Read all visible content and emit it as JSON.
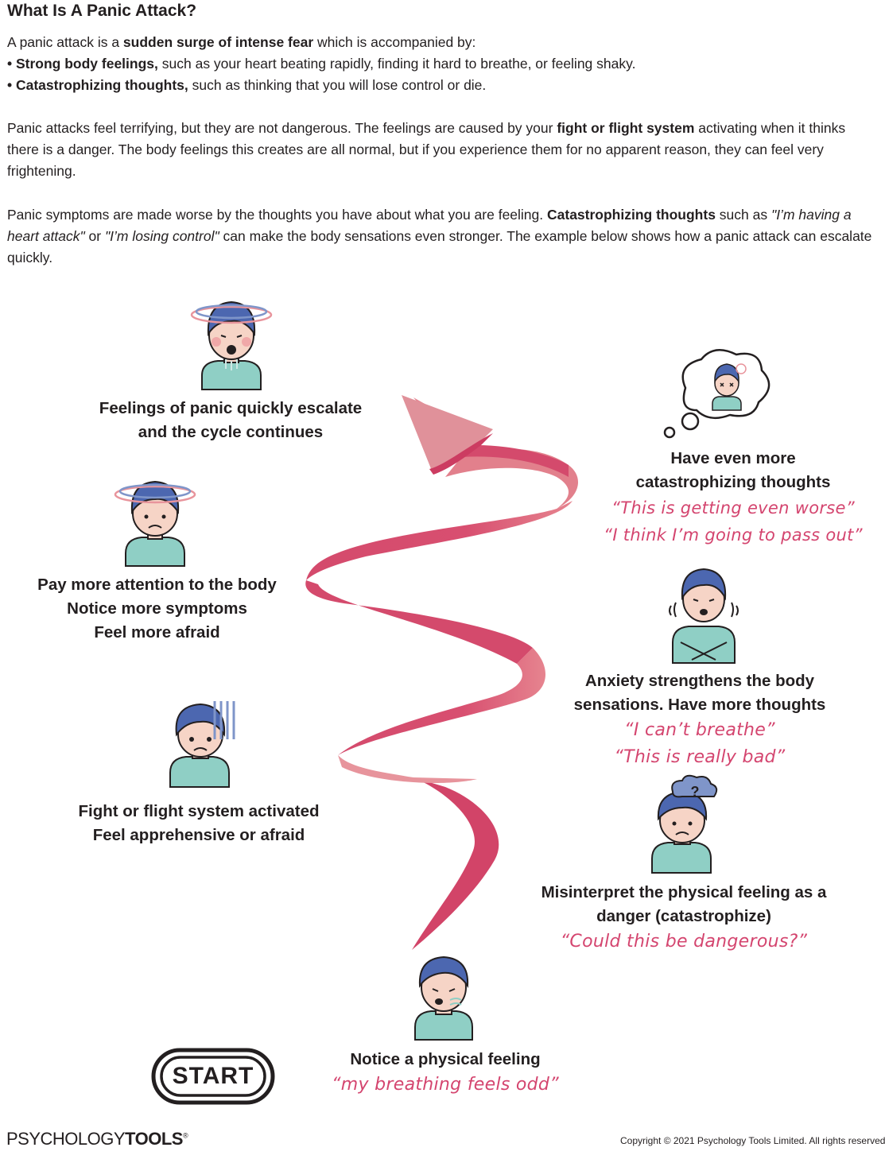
{
  "title": "What Is A Panic Attack?",
  "intro": {
    "p1_pre": "A panic attack is a ",
    "p1_bold": "sudden surge of intense fear",
    "p1_post": " which is accompanied by:",
    "bullet1_bold": "• Strong body feelings,",
    "bullet1_rest": " such as your heart beating rapidly, finding it hard to breathe, or feeling shaky.",
    "bullet2_bold": "• Catastrophizing thoughts,",
    "bullet2_rest": " such as thinking that you will lose control or die.",
    "p2_pre": "Panic attacks feel terrifying, but they are not dangerous. The feelings are caused by your ",
    "p2_bold": "fight or flight system",
    "p2_post": " activating when it thinks there is a danger. The body feelings this creates are all normal, but if you experience them for no apparent reason, they can feel very frightening.",
    "p3_pre": "Panic symptoms are made worse by the thoughts you have about what you are feeling. ",
    "p3_bold": "Catastrophizing thoughts",
    "p3_mid1": " such as ",
    "p3_q1": "\"I’m having a heart attack\"",
    "p3_mid2": " or ",
    "p3_q2": "\"I’m losing control\"",
    "p3_post": " can make the body sensations even stronger. The example below shows how a panic attack can escalate quickly."
  },
  "steps": {
    "notice": {
      "line1": "Notice a physical feeling",
      "quote1": "“my breathing feels odd”"
    },
    "misinterpret": {
      "line1": "Misinterpret the physical feeling as a",
      "line2": "danger (catastrophize)",
      "quote1": "“Could this be dangerous?”"
    },
    "fight": {
      "line1": "Fight or flight system activated",
      "line2": "Feel apprehensive or afraid"
    },
    "anxiety": {
      "line1": "Anxiety strengthens the body",
      "line2": "sensations. Have more thoughts",
      "quote1": "“I can’t breathe”",
      "quote2": "“This is really bad”"
    },
    "attention": {
      "line1": "Pay more attention to the body",
      "line2": "Notice more symptoms",
      "line3": "Feel more afraid"
    },
    "more_thoughts": {
      "line1": "Have even more",
      "line2": "catastrophizing thoughts",
      "quote1": "“This is getting even worse”",
      "quote2": "“I think I’m going to pass out”"
    },
    "escalate": {
      "line1": "Feelings of panic quickly escalate",
      "line2": "and the cycle continues"
    }
  },
  "start_label": "START",
  "brand": {
    "part1": "PSYCHOLOGY",
    "part2": "TOOLS",
    "mark": "®"
  },
  "copyright": "Copyright © 2021 Psychology Tools Limited. All rights reserved",
  "colors": {
    "ribbon": "#d64c6e",
    "ribbon_light": "#e98a98",
    "quote": "#d4456f",
    "hair": "#4c67b0",
    "shirt": "#8fcfc5",
    "skin": "#f6d4c6"
  },
  "icons": [
    "face-breathing-icon",
    "face-question-cloud-icon",
    "face-worried-lines-icon",
    "face-trembling-icon",
    "face-dizzy-icon",
    "thought-bubble-dizzy-icon",
    "face-dizzy-panic-icon",
    "spiral-arrow-icon",
    "start-badge-icon"
  ]
}
